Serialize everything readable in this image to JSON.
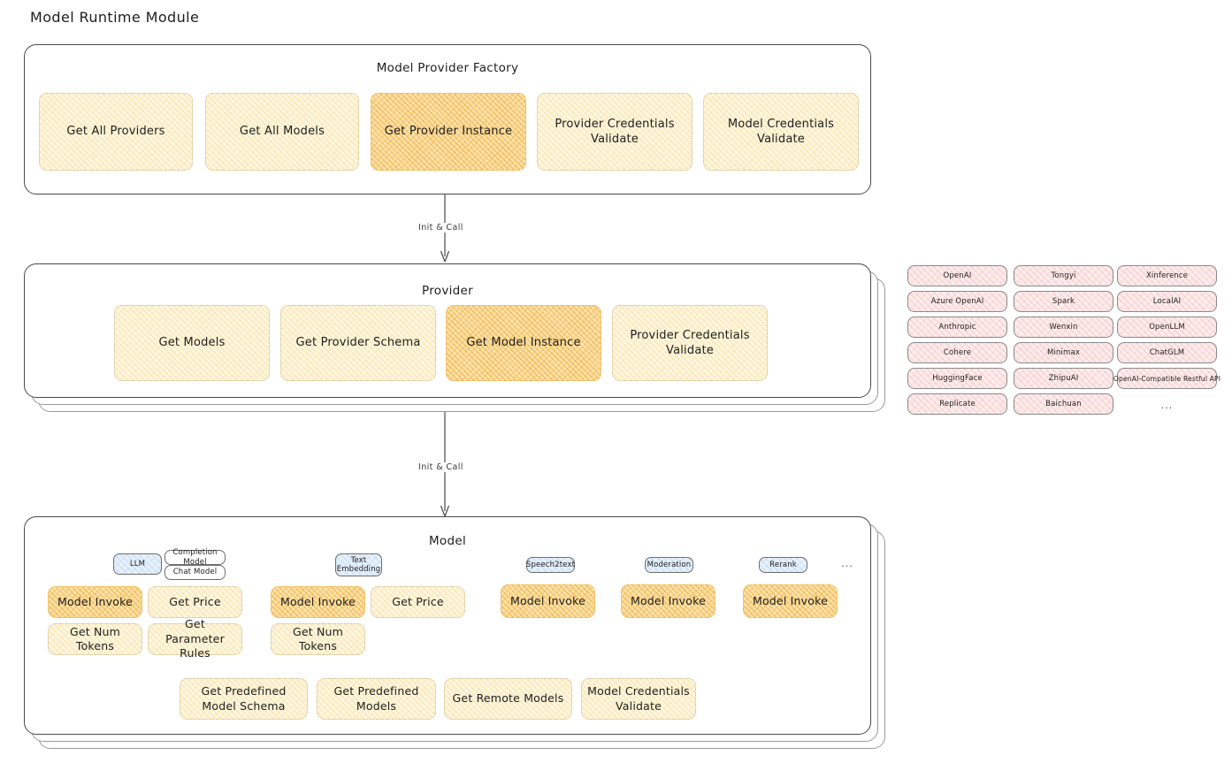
{
  "page": {
    "title": "Model Runtime Module"
  },
  "factory": {
    "title": "Model Provider Factory",
    "nodes": [
      {
        "label": "Get All Providers",
        "highlight": false
      },
      {
        "label": "Get All Models",
        "highlight": false
      },
      {
        "label": "Get Provider Instance",
        "highlight": true
      },
      {
        "label": "Provider Credentials Validate",
        "highlight": false
      },
      {
        "label": "Model Credentials Validate",
        "highlight": false
      }
    ]
  },
  "arrows": [
    {
      "label": "Init & Call"
    },
    {
      "label": "Init & Call"
    }
  ],
  "provider": {
    "title": "Provider",
    "nodes": [
      {
        "label": "Get Models",
        "highlight": false
      },
      {
        "label": "Get Provider Schema",
        "highlight": false
      },
      {
        "label": "Get Model Instance",
        "highlight": true
      },
      {
        "label": "Provider Credentials Validate",
        "highlight": false
      }
    ]
  },
  "provider_list": {
    "columns": [
      [
        "OpenAI",
        "Azure OpenAI",
        "Anthropic",
        "Cohere",
        "HuggingFace",
        "Replicate"
      ],
      [
        "Tongyi",
        "Spark",
        "Wenxin",
        "Minimax",
        "ZhipuAI",
        "Baichuan"
      ],
      [
        "Xinference",
        "LocalAI",
        "OpenLLM",
        "ChatGLM",
        "OpenAI-Compatible Restful API"
      ]
    ],
    "more": "..."
  },
  "model": {
    "title": "Model",
    "more": "...",
    "types": [
      {
        "badge": "LLM",
        "sub_badges": [
          "Completion Model",
          "Chat Model"
        ],
        "methods": [
          {
            "label": "Model Invoke",
            "highlight": true
          },
          {
            "label": "Get Price",
            "highlight": false
          },
          {
            "label": "Get Num Tokens",
            "highlight": false
          },
          {
            "label": "Get Parameter Rules",
            "highlight": false
          }
        ]
      },
      {
        "badge": "Text Embedding",
        "sub_badges": [],
        "methods": [
          {
            "label": "Model Invoke",
            "highlight": true
          },
          {
            "label": "Get Price",
            "highlight": false
          },
          {
            "label": "Get Num Tokens",
            "highlight": false
          }
        ]
      },
      {
        "badge": "Speech2text",
        "sub_badges": [],
        "methods": [
          {
            "label": "Model Invoke",
            "highlight": true
          }
        ]
      },
      {
        "badge": "Moderation",
        "sub_badges": [],
        "methods": [
          {
            "label": "Model Invoke",
            "highlight": true
          }
        ]
      },
      {
        "badge": "Rerank",
        "sub_badges": [],
        "methods": [
          {
            "label": "Model Invoke",
            "highlight": true
          }
        ]
      }
    ],
    "common_methods": [
      {
        "label": "Get Predefined Model Schema"
      },
      {
        "label": "Get Predefined Models"
      },
      {
        "label": "Get Remote Models"
      },
      {
        "label": "Model Credentials Validate"
      }
    ]
  },
  "colors": {
    "node_fill": "#fdf6e0",
    "node_highlight_fill": "#fbe2ad",
    "chip_fill": "#fdecec",
    "badge_fill": "#e7f1fb",
    "stroke": "#4a4a4a",
    "text": "#1e1e1e"
  }
}
